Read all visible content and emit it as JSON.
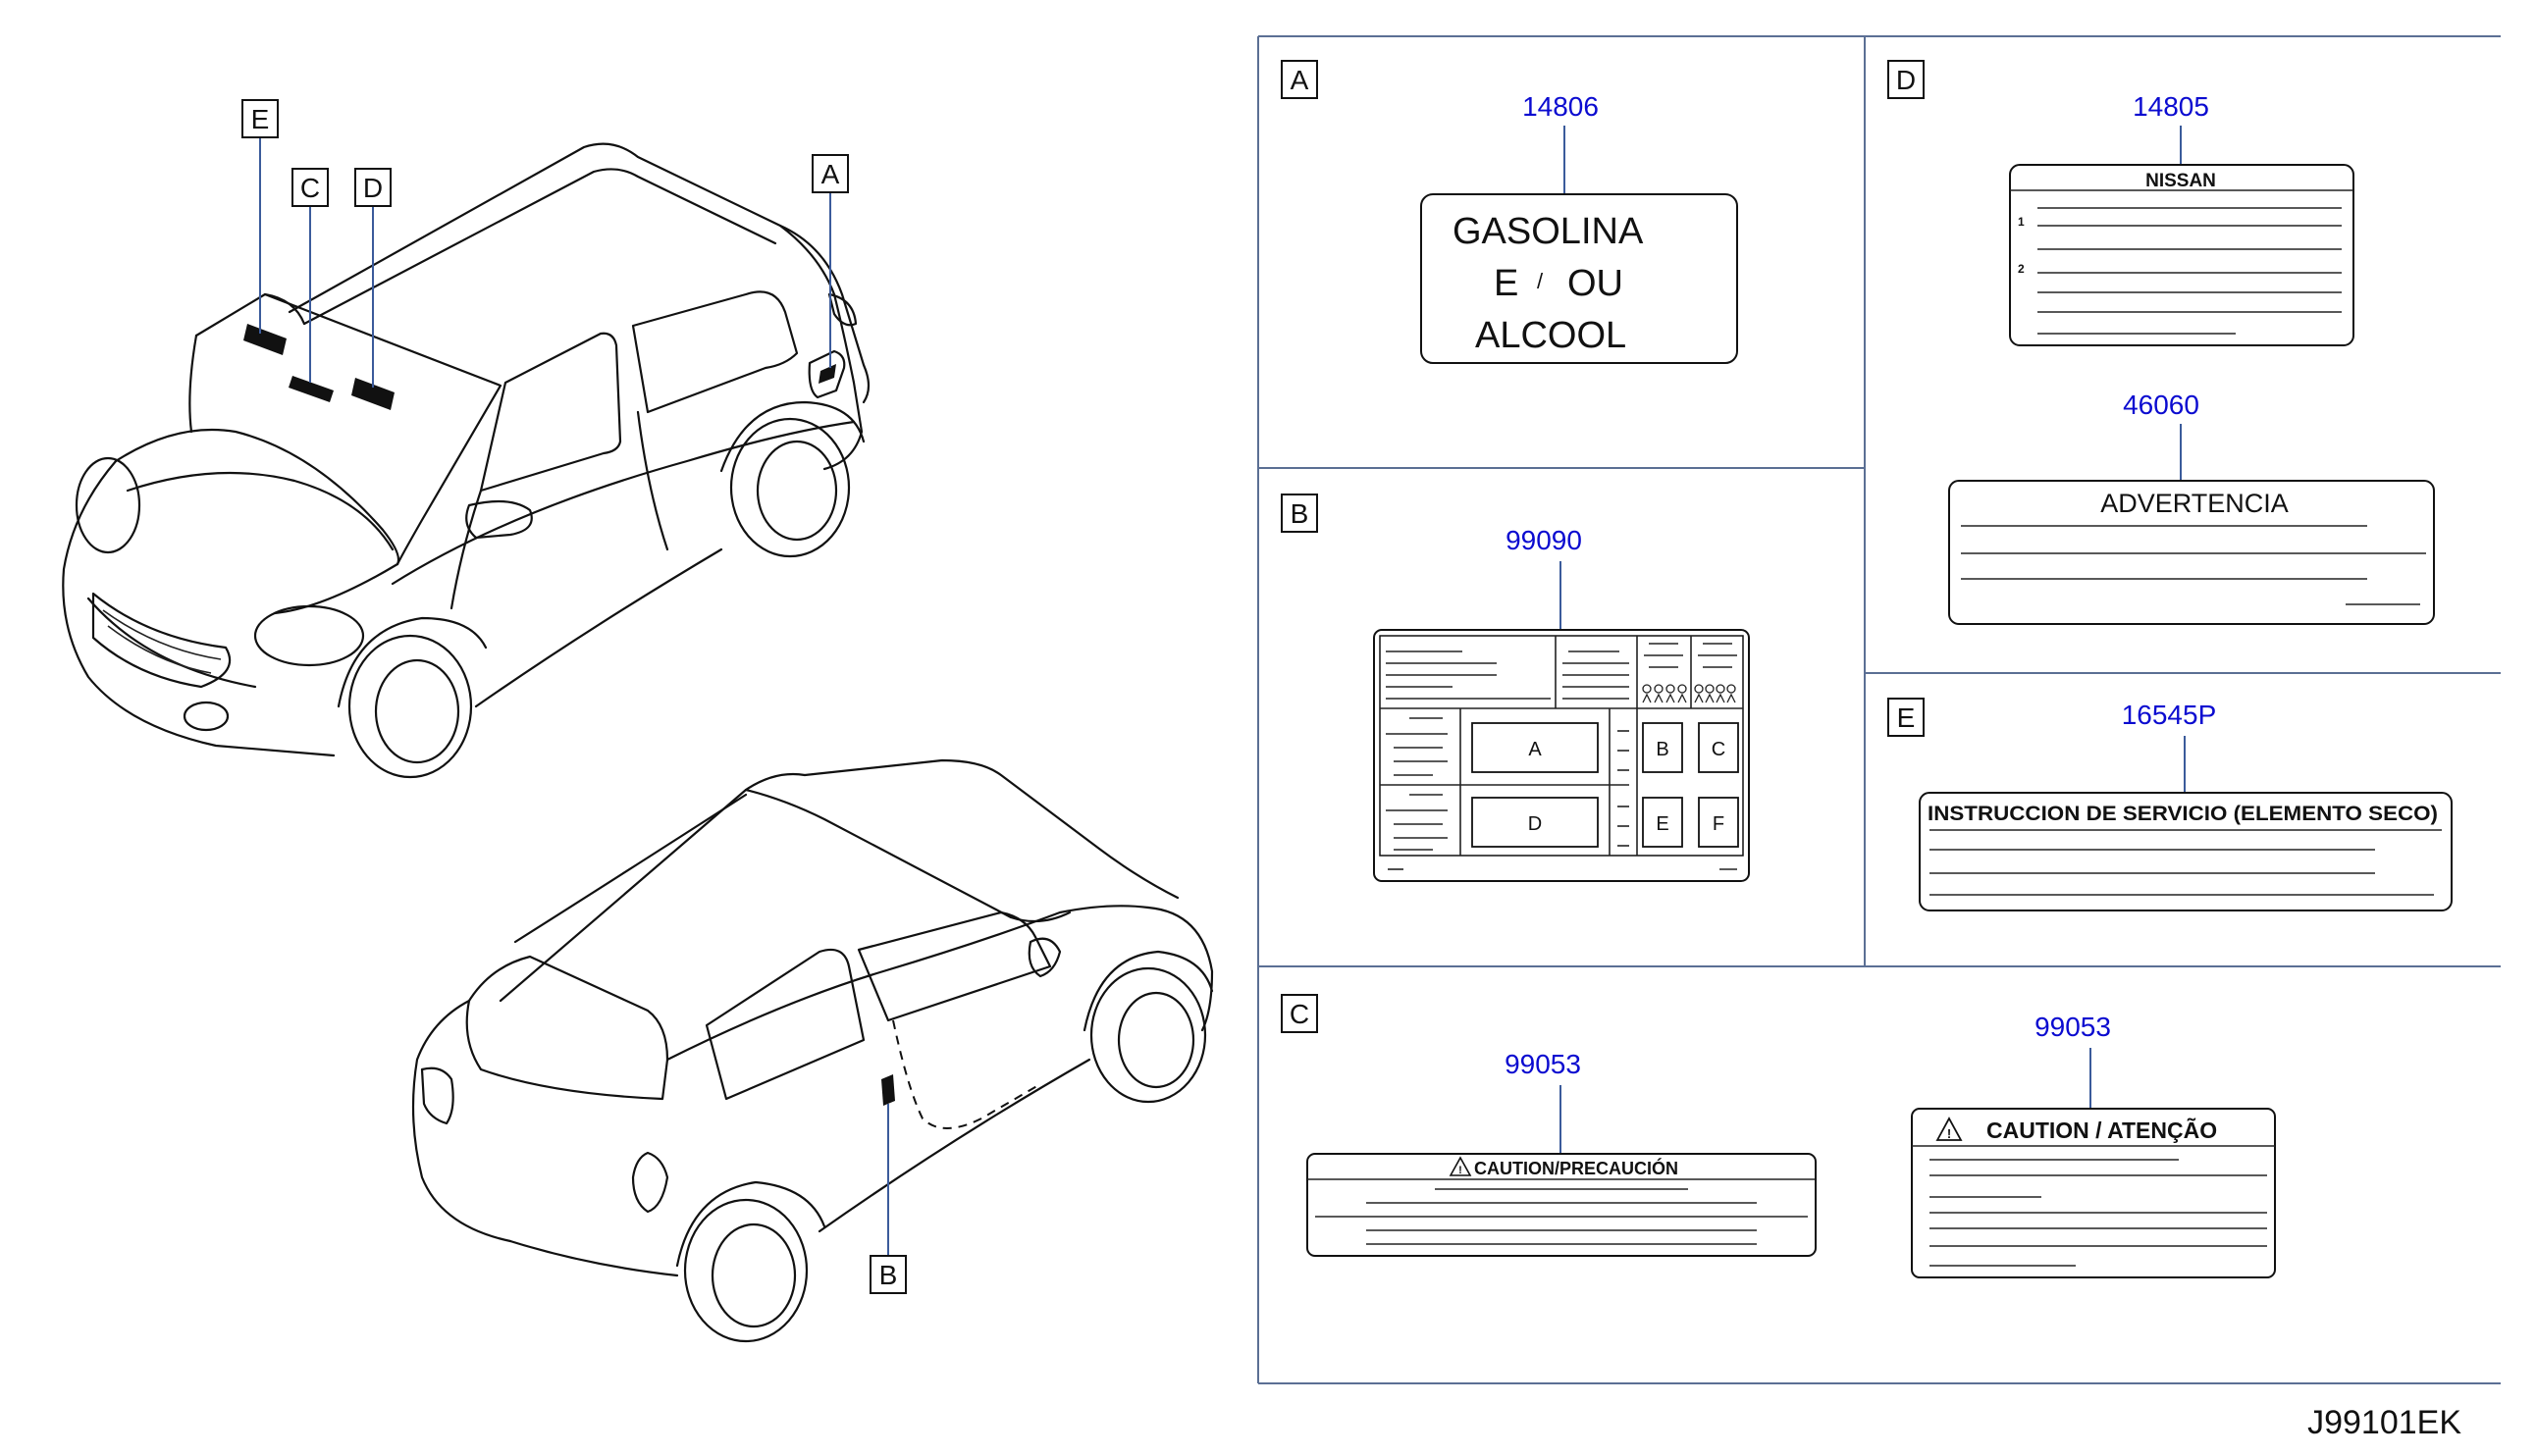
{
  "diagram_code": "J99101EK",
  "callouts": {
    "top_car": [
      "E",
      "C",
      "D",
      "A"
    ],
    "bottom_car": [
      "B"
    ]
  },
  "panels": {
    "A": {
      "letter": "A",
      "part_no": "14806",
      "lines": [
        "GASOLINA",
        "E",
        "/",
        "OU",
        "ALCOOL"
      ]
    },
    "B": {
      "letter": "B",
      "part_no": "99090",
      "cells": [
        "A",
        "B",
        "C",
        "D",
        "E",
        "F"
      ]
    },
    "C": {
      "letter": "C",
      "left": {
        "part_no": "99053",
        "title": "CAUTION/PRECAUCIÓN"
      },
      "right": {
        "part_no": "99053",
        "title": "CAUTION / ATENÇÃO"
      }
    },
    "D": {
      "letter": "D",
      "upper": {
        "part_no": "14805",
        "title": "NISSAN",
        "items": [
          "1",
          "2"
        ]
      },
      "lower": {
        "part_no": "46060",
        "title": "ADVERTENCIA"
      }
    },
    "E": {
      "letter": "E",
      "part_no": "16545P",
      "title": "INSTRUCCION DE SERVICIO (ELEMENTO SECO)"
    }
  },
  "colors": {
    "part_number": "#0b0bd0",
    "panel_border": "#5b6f94",
    "leader": "#3b5b9b",
    "line": "#111111"
  }
}
